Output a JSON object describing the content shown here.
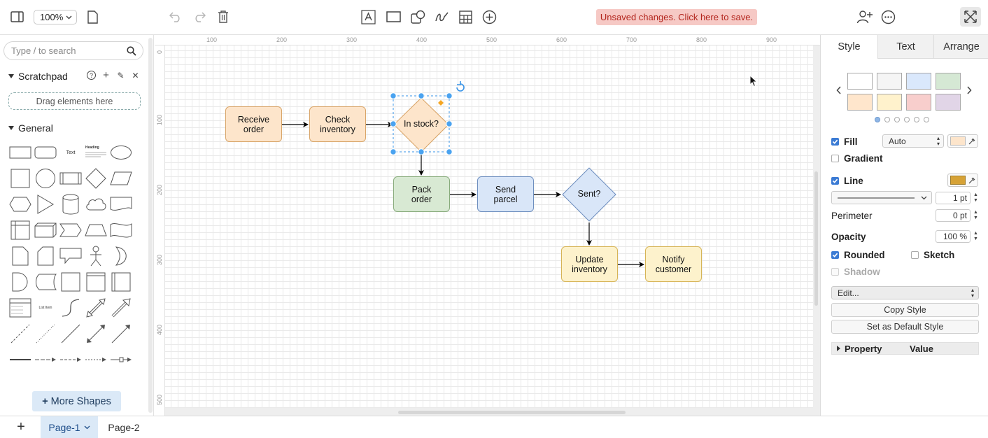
{
  "toolbar": {
    "zoom": "100%",
    "banner": "Unsaved changes. Click here to save.",
    "icons": [
      "sidebar-toggle-icon",
      "page-icon",
      "undo-icon",
      "redo-icon",
      "delete-icon",
      "text-icon",
      "rectangle-icon",
      "shapes-icon",
      "freehand-icon",
      "table-icon",
      "insert-icon",
      "share-icon",
      "more-icon",
      "fullscreen-icon"
    ]
  },
  "sidebar": {
    "search_placeholder": "Type / to search",
    "scratchpad_title": "Scratchpad",
    "scratchpad_icons": {
      "help": "?",
      "add": "+",
      "edit": "✎",
      "close": "✕"
    },
    "drag_hint": "Drag elements here",
    "general_title": "General",
    "small_shape_labels": {
      "text": "Text",
      "heading": "Heading",
      "list_item": "List Item"
    },
    "more_shapes": "More Shapes"
  },
  "ruler": {
    "top": [
      "100",
      "200",
      "300",
      "400",
      "500",
      "600",
      "700",
      "800",
      "900"
    ],
    "left": [
      "0",
      "100",
      "200",
      "300",
      "400",
      "500"
    ]
  },
  "diagram": {
    "nodes": {
      "receive_order": "Receive\norder",
      "check_inventory": "Check\ninventory",
      "in_stock": "In stock?",
      "pack_order": "Pack\norder",
      "send_parcel": "Send\nparcel",
      "sent": "Sent?",
      "update_inventory": "Update\ninventory",
      "notify_customer": "Notify\ncustomer"
    },
    "colors": {
      "orange_fill": "#fde5cb",
      "orange_stroke": "#d8a467",
      "green_fill": "#d8e9d3",
      "blue_fill": "#d9e6f8",
      "yellow_fill": "#fdf2cc",
      "selection": "#3a95e8"
    }
  },
  "format_panel": {
    "tabs": [
      "Style",
      "Text",
      "Arrange"
    ],
    "active_tab": "Style",
    "swatch_colors": [
      "#ffffff",
      "#f5f5f5",
      "#dae8fc",
      "#d5e8d4",
      "#ffe6cc",
      "#fff2cc",
      "#f8cecc",
      "#e1d5e7"
    ],
    "fill_label": "Fill",
    "fill_mode": "Auto",
    "fill_color": "#fde5cb",
    "gradient_label": "Gradient",
    "line_label": "Line",
    "line_color": "#d6a236",
    "line_width": "1 pt",
    "perimeter_label": "Perimeter",
    "perimeter_value": "0 pt",
    "opacity_label": "Opacity",
    "opacity_value": "100 %",
    "rounded_label": "Rounded",
    "sketch_label": "Sketch",
    "shadow_label": "Shadow",
    "edit_label": "Edit...",
    "copy_style": "Copy Style",
    "set_default": "Set as Default Style",
    "property_label": "Property",
    "value_label": "Value"
  },
  "pages": {
    "add": "+",
    "tabs": [
      "Page-1",
      "Page-2"
    ]
  }
}
